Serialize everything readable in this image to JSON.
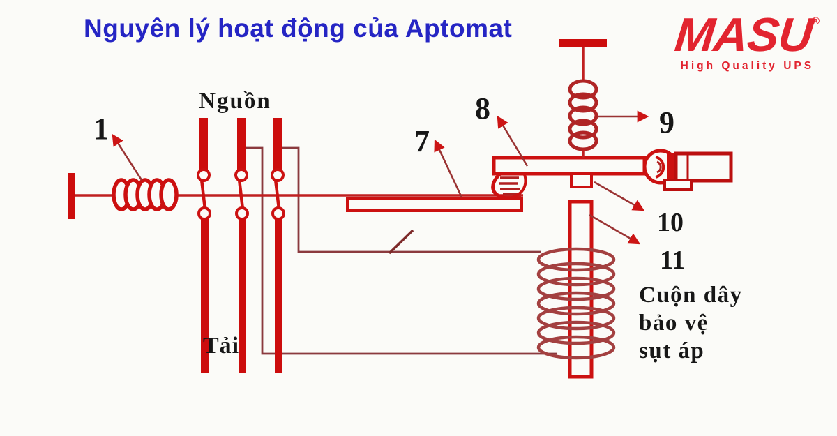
{
  "title": "Nguyên lý hoạt động của Aptomat",
  "logo": {
    "brand": "MASU",
    "registered": "®",
    "tagline": "High Quality UPS"
  },
  "diagram": {
    "labels": {
      "source": "Nguồn",
      "load": "Tải",
      "callout_1": "1",
      "callout_7": "7",
      "callout_8": "8",
      "callout_9": "9",
      "callout_10": "10",
      "callout_11": "11",
      "coil_caption": [
        "Cuộn dây",
        "bảo vệ",
        "sụt áp"
      ]
    }
  },
  "colors": {
    "title_blue": "#2525c4",
    "diagram_red": "#cc1111",
    "wire_dark_red": "#8b3a3e",
    "logo_red": "#e2242f",
    "label_black": "#171717",
    "background": "#fbfbf8"
  }
}
